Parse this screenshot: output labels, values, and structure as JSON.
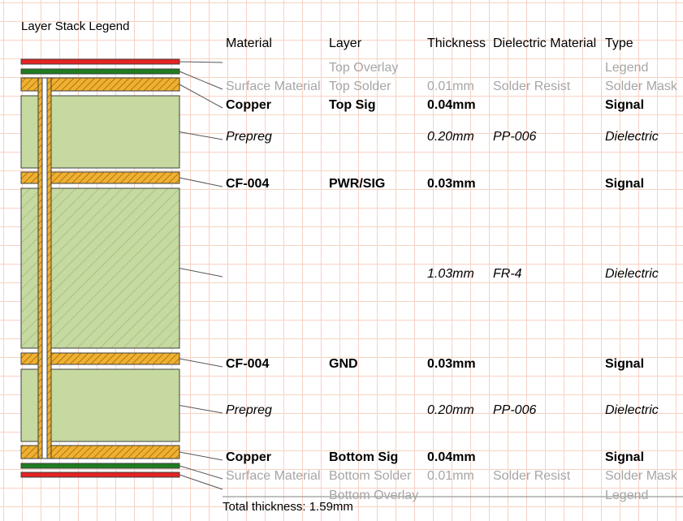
{
  "title": "Layer Stack Legend",
  "headers": {
    "material": "Material",
    "layer": "Layer",
    "thickness": "Thickness",
    "dielectric": "Dielectric Material",
    "type": "Type"
  },
  "rows": [
    {
      "material": "",
      "layer": "Top Overlay",
      "thickness": "",
      "dielectric": "",
      "type": "Legend",
      "style": "dim",
      "kind": "overlay"
    },
    {
      "material": "Surface Material",
      "layer": "Top Solder",
      "thickness": "0.01mm",
      "dielectric": "Solder Resist",
      "type": "Solder Mask",
      "style": "dim",
      "kind": "solder"
    },
    {
      "material": "Copper",
      "layer": "Top Sig",
      "thickness": "0.04mm",
      "dielectric": "",
      "type": "Signal",
      "style": "bold",
      "kind": "copper"
    },
    {
      "material": "Prepreg",
      "layer": "",
      "thickness": "0.20mm",
      "dielectric": "PP-006",
      "type": "Dielectric",
      "style": "italic",
      "kind": "prepreg"
    },
    {
      "material": "CF-004",
      "layer": "PWR/SIG",
      "thickness": "0.03mm",
      "dielectric": "",
      "type": "Signal",
      "style": "bold",
      "kind": "copper"
    },
    {
      "material": "",
      "layer": "",
      "thickness": "1.03mm",
      "dielectric": "FR-4",
      "type": "Dielectric",
      "style": "italic",
      "kind": "core"
    },
    {
      "material": "CF-004",
      "layer": "GND",
      "thickness": "0.03mm",
      "dielectric": "",
      "type": "Signal",
      "style": "bold",
      "kind": "copper"
    },
    {
      "material": "Prepreg",
      "layer": "",
      "thickness": "0.20mm",
      "dielectric": "PP-006",
      "type": "Dielectric",
      "style": "italic",
      "kind": "prepreg"
    },
    {
      "material": "Copper",
      "layer": "Bottom Sig",
      "thickness": "0.04mm",
      "dielectric": "",
      "type": "Signal",
      "style": "bold",
      "kind": "copper"
    },
    {
      "material": "Surface Material",
      "layer": "Bottom Solder",
      "thickness": "0.01mm",
      "dielectric": "Solder Resist",
      "type": "Solder Mask",
      "style": "dim",
      "kind": "solder"
    },
    {
      "material": "",
      "layer": "Bottom Overlay",
      "thickness": "",
      "dielectric": "",
      "type": "Legend",
      "style": "dim",
      "kind": "overlay"
    }
  ],
  "total_thickness": "Total thickness: 1.59mm",
  "colors": {
    "overlay": "#e52222",
    "solder": "#1e7d1e",
    "copper": "#f0b030",
    "copper_hatch": "#9c6a10",
    "prepreg": "#c5d9a0",
    "core": "#c5d9a0",
    "core_hatch": "#8aa060",
    "grid": "#f6d2c4"
  }
}
